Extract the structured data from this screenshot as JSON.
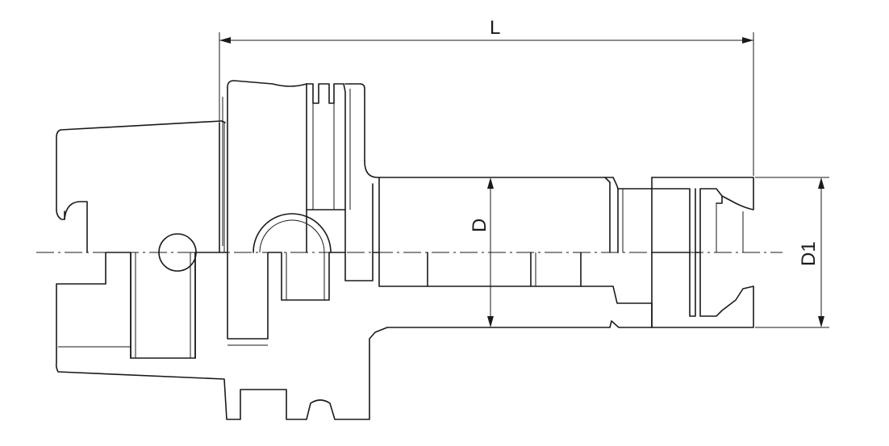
{
  "dimensions": {
    "overall_length": "L",
    "shank_diameter": "D",
    "nut_diameter": "D1"
  }
}
